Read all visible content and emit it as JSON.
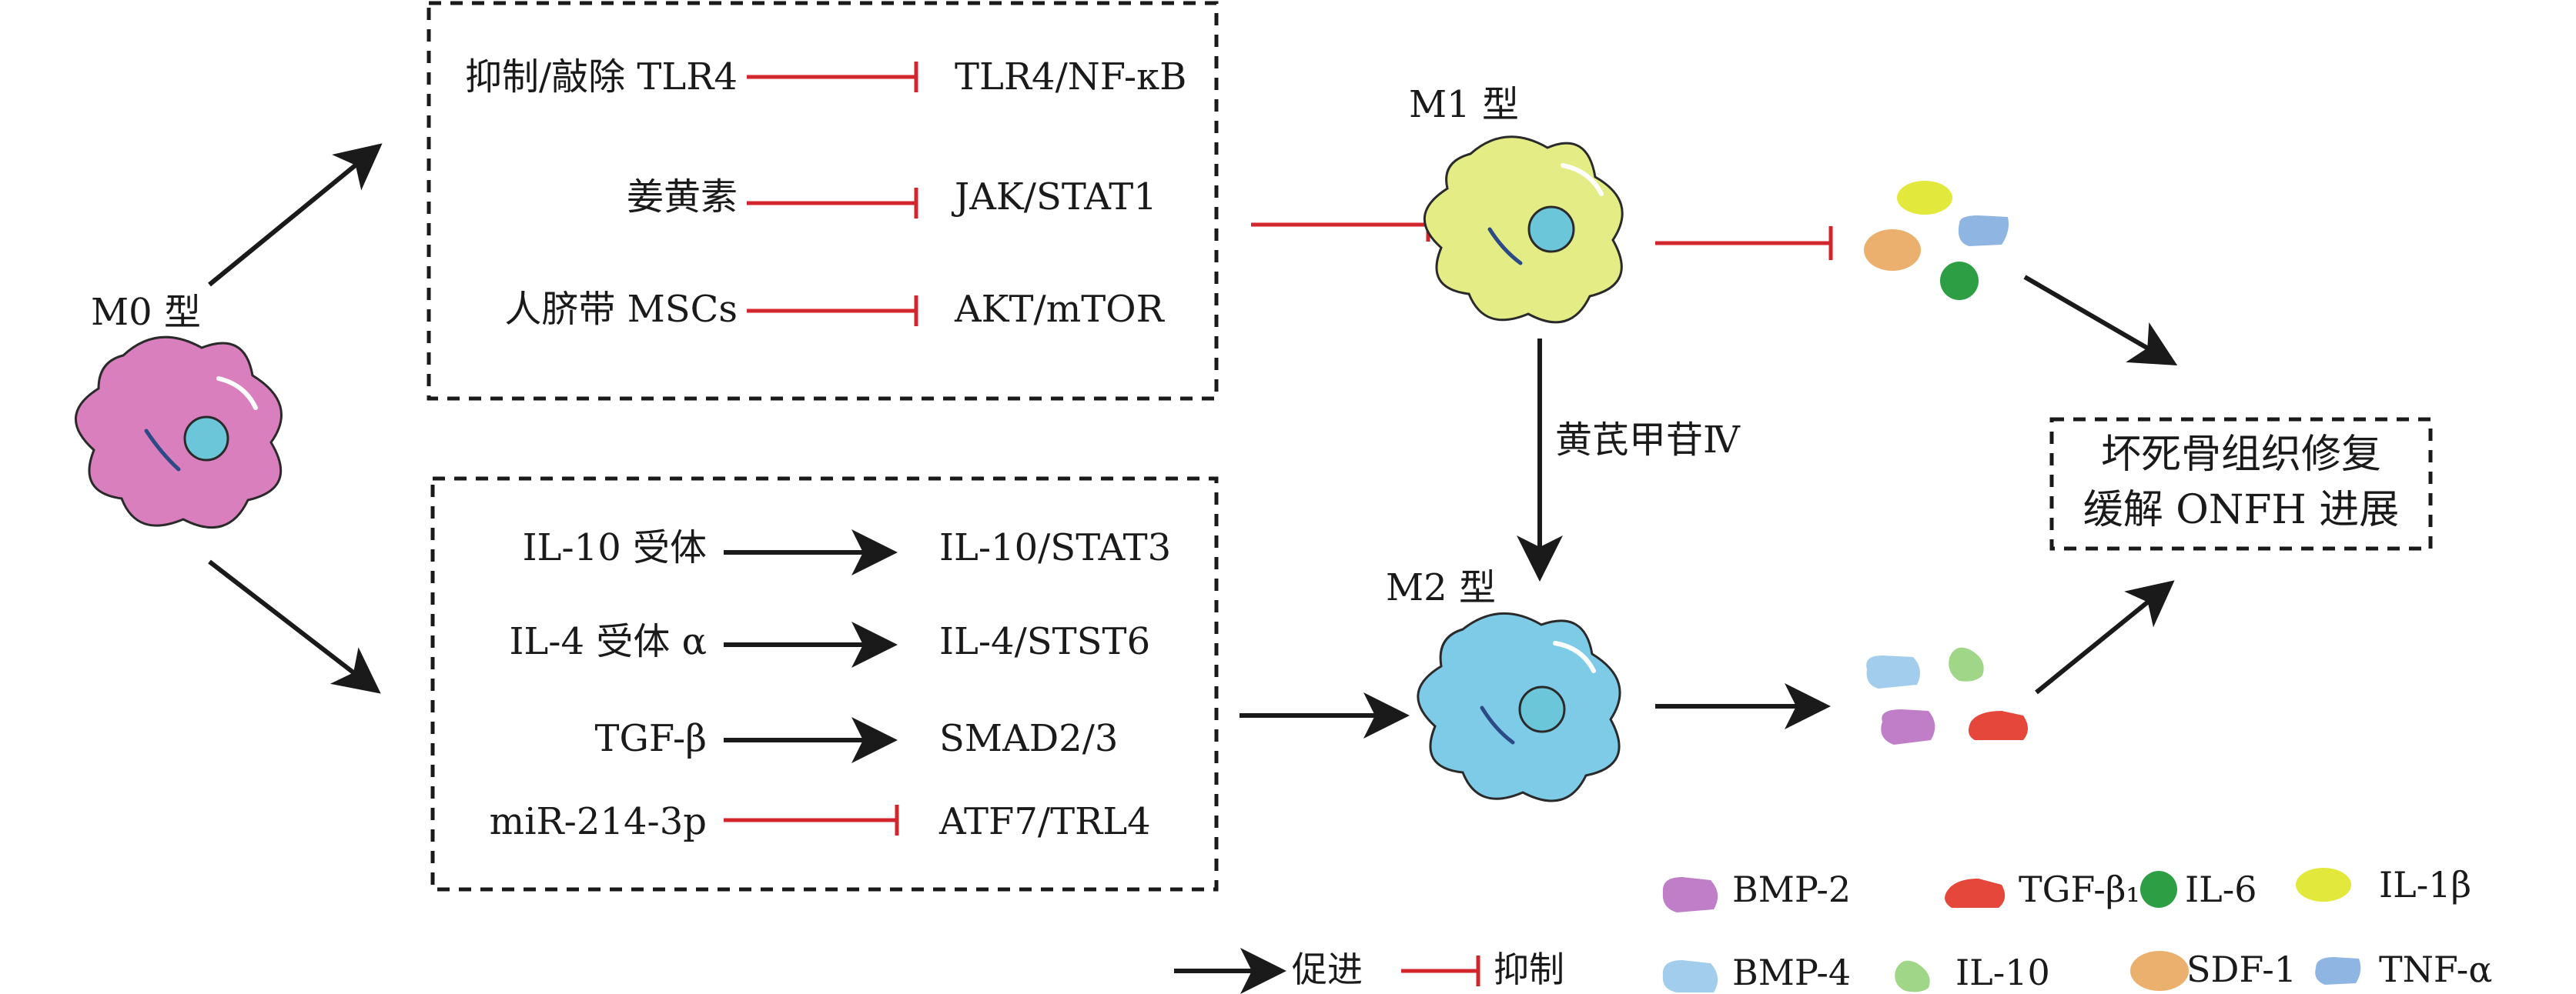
{
  "cells": {
    "m0": "M0 型",
    "m1": "M1 型",
    "m2": "M2 型"
  },
  "colors": {
    "m0_cell": "#d97fbe",
    "m1_cell": "#e4ec86",
    "m2_cell": "#7ecbe7",
    "nucleus": "#6cc6d9",
    "promote_arrow": "#1a1a1a",
    "inhibit_line": "#d0262c"
  },
  "m1_box": {
    "rows": [
      {
        "left": "抑制/敲除 TLR4",
        "right": "TLR4/NF-κB",
        "type": "inhibit"
      },
      {
        "left": "姜黄素",
        "right": "JAK/STAT1",
        "type": "inhibit"
      },
      {
        "left": "人脐带 MSCs",
        "right": "AKT/mTOR",
        "type": "inhibit"
      }
    ]
  },
  "m2_box": {
    "rows": [
      {
        "left": "IL-10 受体",
        "right": "IL-10/STAT3",
        "type": "promote"
      },
      {
        "left": "IL-4 受体 α",
        "right": "IL-4/STST6",
        "type": "promote"
      },
      {
        "left": "TGF-β",
        "right": "SMAD2/3",
        "type": "promote"
      },
      {
        "left": "miR-214-3p",
        "right": "ATF7/TRL4",
        "type": "inhibit"
      }
    ]
  },
  "transition_label": "黄芪甲苷Ⅳ",
  "outcome": {
    "line1": "坏死骨组织修复",
    "line2": "缓解 ONFH 进展"
  },
  "legend": {
    "promote": "促进",
    "inhibit": "抑制",
    "factors": [
      {
        "name": "BMP-2",
        "color": "#c07ec8",
        "shape": "blob"
      },
      {
        "name": "TGF-β₁",
        "color": "#e5473a",
        "shape": "blob"
      },
      {
        "name": "IL-6",
        "color": "#2e9e44",
        "shape": "circle"
      },
      {
        "name": "IL-1β",
        "color": "#e3e83c",
        "shape": "ellipse"
      },
      {
        "name": "BMP-4",
        "color": "#a3cdec",
        "shape": "blob"
      },
      {
        "name": "IL-10",
        "color": "#9fd688",
        "shape": "blob"
      },
      {
        "name": "SDF-1",
        "color": "#ebb06e",
        "shape": "ellipse"
      },
      {
        "name": "TNF-α",
        "color": "#8fb5e3",
        "shape": "blob"
      }
    ]
  }
}
